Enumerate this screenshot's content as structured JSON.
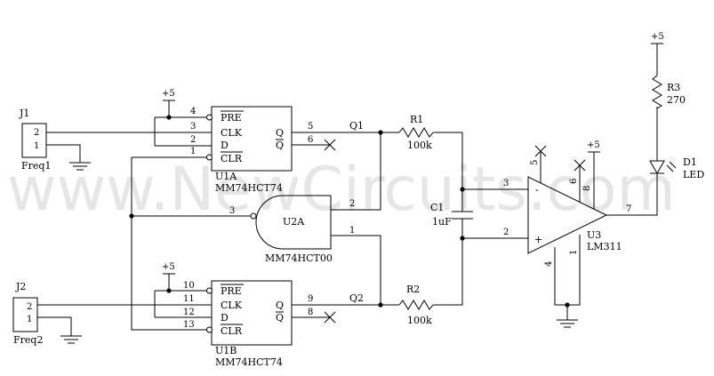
{
  "watermark": "www.NewCircuits.com",
  "connectors": {
    "j1": {
      "ref": "J1",
      "pin_top": "2",
      "pin_bottom": "1",
      "label": "Freq1"
    },
    "j2": {
      "ref": "J2",
      "pin_top": "2",
      "pin_bottom": "1",
      "label": "Freq2"
    }
  },
  "power": {
    "plus5": "+5"
  },
  "u1a": {
    "ref": "U1A",
    "part": "MM74HCT74",
    "pins": {
      "pre": "PRE",
      "clk": "CLK",
      "d": "D",
      "clr": "CLR",
      "q": "Q",
      "qbar": "Q"
    },
    "pin_numbers": {
      "pre": "4",
      "clk": "3",
      "d": "2",
      "clr": "1",
      "q": "5",
      "qbar": "6"
    }
  },
  "u1b": {
    "ref": "U1B",
    "part": "MM74HCT74",
    "pins": {
      "pre": "PRE",
      "clk": "CLK",
      "d": "D",
      "clr": "CLR",
      "q": "Q",
      "qbar": "Q"
    },
    "pin_numbers": {
      "pre": "10",
      "clk": "11",
      "d": "12",
      "clr": "13",
      "q": "9",
      "qbar": "8"
    }
  },
  "u2a": {
    "ref": "U2A",
    "part": "MM74HCT00",
    "pin_in_a": "2",
    "pin_in_b": "1",
    "pin_out": "3"
  },
  "nets": {
    "q1": "Q1",
    "q2": "Q2"
  },
  "r1": {
    "ref": "R1",
    "value": "100k"
  },
  "r2": {
    "ref": "R2",
    "value": "100k"
  },
  "c1": {
    "ref": "C1",
    "value": "1uF"
  },
  "u3": {
    "ref": "U3",
    "part": "LM311",
    "pin_inv": "3",
    "pin_noninv": "2",
    "pin_out": "7",
    "pin_bal": "5",
    "pin_strobe": "6",
    "pin_vcc": "8",
    "pin_gnd": "1",
    "pin_vee": "4",
    "sign_minus": "-",
    "sign_plus": "+"
  },
  "r3": {
    "ref": "R3",
    "value": "270"
  },
  "d1": {
    "ref": "D1",
    "value": "LED"
  }
}
